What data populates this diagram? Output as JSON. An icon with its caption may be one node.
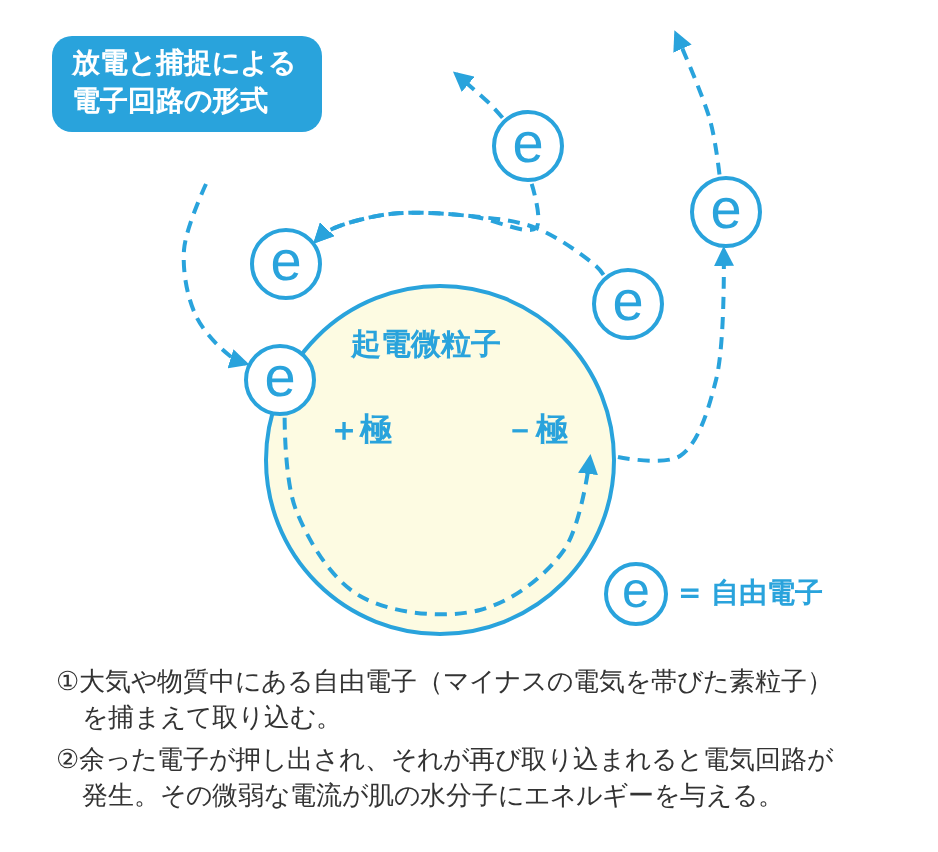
{
  "diagram": {
    "title": "放電と捕捉による電子回路の形式",
    "nodes": [
      {
        "text": [
          "起電微粒子",
          "＋極",
          "－極"
        ]
      },
      {
        "text": [
          "e"
        ]
      },
      {
        "text": [
          "e"
        ]
      },
      {
        "text": [
          "e"
        ]
      },
      {
        "text": [
          "e"
        ]
      },
      {
        "text": [
          "e"
        ]
      },
      {
        "text": [
          "e"
        ],
        "beside": [
          "= 自由電子"
        ]
      }
    ],
    "edges": [
      {
        "from": null,
        "to": 5,
        "arrow": "to",
        "style": "dashed"
      },
      {
        "from": 1,
        "to": null,
        "arrow": "to",
        "style": "dashed"
      },
      {
        "from": 1,
        "to": 3,
        "arrow": "to",
        "style": "dashed"
      },
      {
        "from": 4,
        "to": 3,
        "arrow": "to",
        "style": "dashed"
      },
      {
        "from": 2,
        "to": null,
        "arrow": "to",
        "style": "dashed"
      },
      {
        "from": 0,
        "to": 2,
        "arrow": "to",
        "style": "dashed"
      },
      {
        "from": 5,
        "to": 0,
        "arrow": "to",
        "style": "dashed"
      }
    ],
    "labels": [
      "①大気や物質中にある自由電子（マイナスの電気を帯びた素粒子）を捕まえて取り込む。",
      "②余った電子が押し出され、それが再び取り込まれると電気回路が発生。その微弱な電流が肌の水分子にエネルギーを与える。"
    ]
  }
}
